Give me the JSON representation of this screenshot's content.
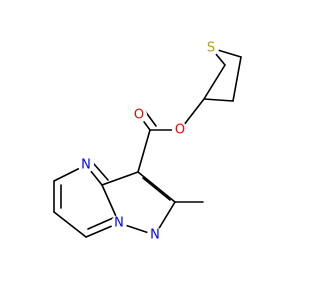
{
  "molecule": {
    "atoms": {
      "sulfur": "S",
      "ester_oxygen": "O",
      "carbonyl_oxygen": "O",
      "pyrimidine_nitrogen": "N",
      "bridgehead_nitrogen": "N",
      "pyrazole_nitrogen": "N"
    },
    "colors": {
      "bond": "#000000",
      "sulfur": "#B8A000",
      "oxygen": "#FF0000",
      "nitrogen": "#0000FF"
    }
  }
}
